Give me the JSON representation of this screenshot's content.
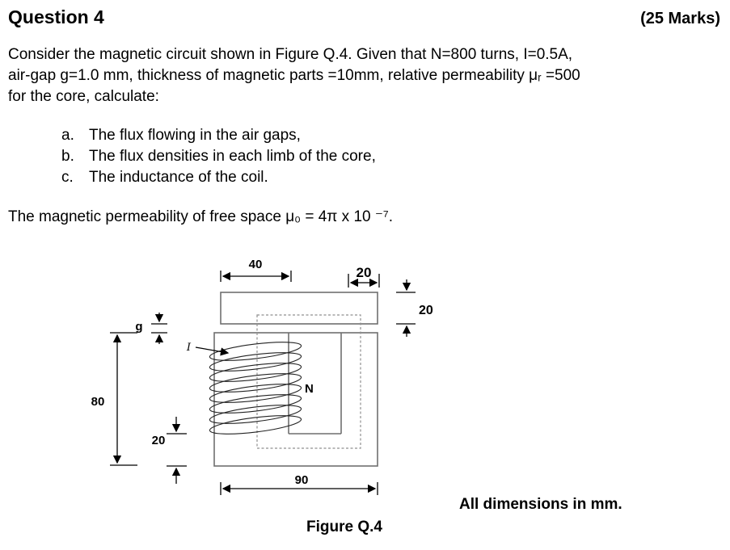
{
  "page": {
    "title": "Question 4",
    "marks": "(25 Marks)"
  },
  "intro": {
    "line1": "Consider the magnetic circuit shown in Figure Q.4. Given that N=800 turns, I=0.5A,",
    "line2": "air-gap g=1.0 mm, thickness of magnetic parts =10mm, relative permeability μᵣ =500",
    "line3": "for the core, calculate:"
  },
  "tasks": [
    {
      "label": "a.",
      "text": "The flux flowing in the air gaps,"
    },
    {
      "label": "b.",
      "text": "The flux densities in each limb of the core,"
    },
    {
      "label": "c.",
      "text": "The inductance of the coil."
    }
  ],
  "note": "The magnetic permeability of free space μ₀ = 4π x 10 ⁻⁷.",
  "figure": {
    "dims": {
      "top_width": "40",
      "right_limb_width": "20",
      "top_bar_thickness": "20",
      "air_gap": "g",
      "core_height": "80",
      "bottom_thickness": "20",
      "bottom_width": "90"
    },
    "labels": {
      "coil_turns": "N",
      "current": "I"
    },
    "units_note": "All dimensions in mm.",
    "caption": "Figure Q.4"
  },
  "colors": {
    "core_stroke": "#6f6f6f",
    "flux_dash": "#8f8f8f",
    "text": "#000000"
  }
}
